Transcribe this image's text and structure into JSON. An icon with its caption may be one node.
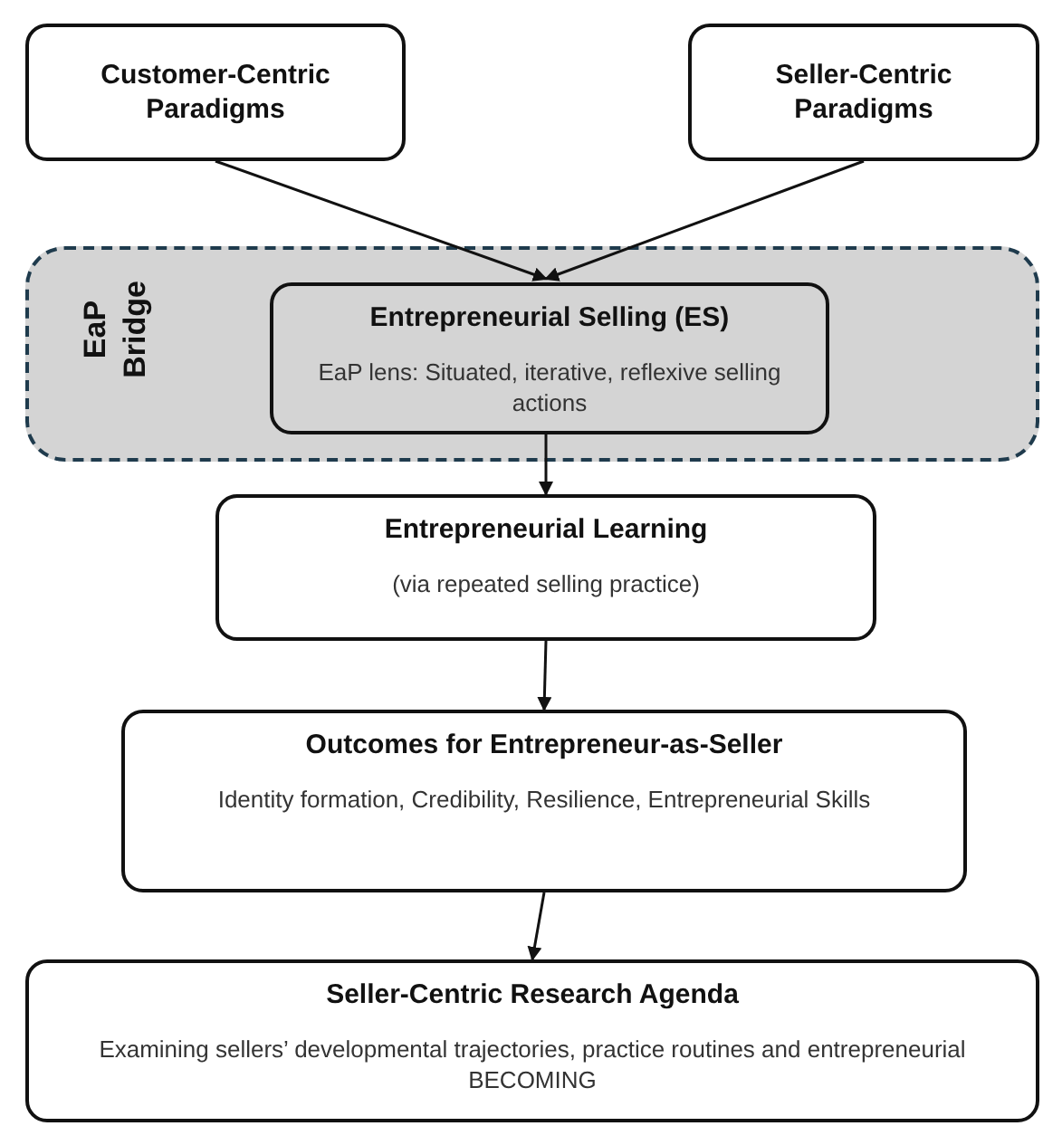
{
  "diagram": {
    "nodes": [
      {
        "text": [
          "Customer-Centric Paradigms"
        ]
      },
      {
        "text": [
          "Seller-Centric Paradigms"
        ]
      },
      {
        "text": [
          "EaP Bridge"
        ]
      },
      {
        "text": [
          "Entrepreneurial Selling (ES)",
          "EaP lens: Situated, iterative, reflexive selling actions"
        ],
        "in": 2
      },
      {
        "text": [
          "Entrepreneurial Learning",
          "(via repeated selling practice)"
        ]
      },
      {
        "text": [
          "Outcomes for Entrepreneur-as-Seller",
          "Identity formation, Credibility, Resilience,  Entrepreneurial Skills"
        ]
      },
      {
        "text": [
          "Seller-Centric Research Agenda",
          "Examining sellers’ developmental trajectories, practice routines and entrepreneurial BECOMING"
        ]
      }
    ],
    "edges": [
      {
        "from": 0,
        "to": 3,
        "arrow": "to"
      },
      {
        "from": 1,
        "to": 3,
        "arrow": "to"
      },
      {
        "from": 3,
        "to": 4,
        "arrow": "to"
      },
      {
        "from": 4,
        "to": 5,
        "arrow": "to"
      },
      {
        "from": 5,
        "to": 6,
        "arrow": "to"
      }
    ]
  }
}
